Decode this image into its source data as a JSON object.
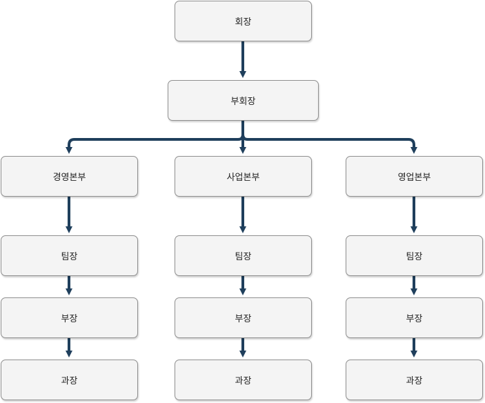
{
  "colors": {
    "connector": "#1f3f5c",
    "node_fill": "#f4f4f4",
    "node_border": "#8f8f8f"
  },
  "nodes": {
    "chairman": "회장",
    "vice_chairman": "부회장",
    "management_division": "경영본부",
    "business_division": "사업본부",
    "sales_division": "영업본부",
    "management": {
      "team_leader": "팀장",
      "general_manager": "부장",
      "section_manager": "과장"
    },
    "business": {
      "team_leader": "팀장",
      "general_manager": "부장",
      "section_manager": "과장"
    },
    "sales": {
      "team_leader": "팀장",
      "general_manager": "부장",
      "section_manager": "과장"
    }
  }
}
